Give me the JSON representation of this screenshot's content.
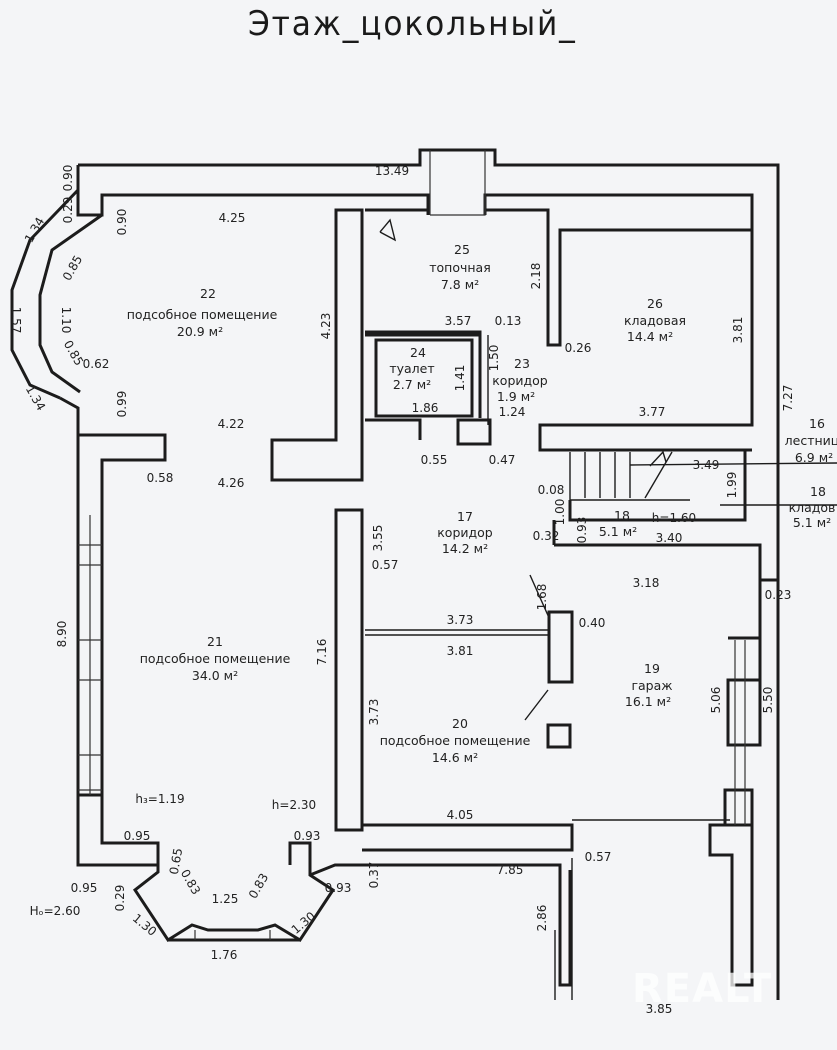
{
  "title": "Этаж_цокольный_",
  "watermark": "REALT",
  "rooms": [
    {
      "id": "room-22",
      "number": "22",
      "name": "подсобное помещение",
      "area": "20.9 м²"
    },
    {
      "id": "room-25",
      "number": "25",
      "name": "топочная",
      "area": "7.8 м²"
    },
    {
      "id": "room-26",
      "number": "26",
      "name": "кладовая",
      "area": "14.4 м²"
    },
    {
      "id": "room-24",
      "number": "24",
      "name": "туалет",
      "area": "2.7 м²"
    },
    {
      "id": "room-23",
      "number": "23",
      "name": "коридор",
      "area": "1.9 м²"
    },
    {
      "id": "room-16",
      "number": "16",
      "name": "лестниц",
      "area": "6.9 м²"
    },
    {
      "id": "room-18b",
      "number": "18",
      "name": "кладов",
      "area": "5.1 м²"
    },
    {
      "id": "room-18a",
      "number": "18",
      "name": "",
      "area": "5.1 м²"
    },
    {
      "id": "room-17",
      "number": "17",
      "name": "коридор",
      "area": "14.2 м²"
    },
    {
      "id": "room-21",
      "number": "21",
      "name": "подсобное помещение",
      "area": "34.0 м²"
    },
    {
      "id": "room-19",
      "number": "19",
      "name": "гараж",
      "area": "16.1 м²"
    },
    {
      "id": "room-20",
      "number": "20",
      "name": "подсобное помещение",
      "area": "14.6 м²"
    }
  ],
  "dimensions": {
    "d_13_49": "13.49",
    "d_0_90a": "0.90",
    "d_0_29a": "0.29",
    "d_1_34a": "1.34",
    "d_0_85a": "0.85",
    "d_1_57": "1.57",
    "d_1_10": "1.10",
    "d_0_85b": "0.85",
    "d_1_34b": "1.34",
    "d_0_62": "0.62",
    "d_0_90b": "0.90",
    "d_4_25": "4.25",
    "d_4_23": "4.23",
    "d_0_99": "0.99",
    "d_4_22": "4.22",
    "d_0_58": "0.58",
    "d_4_26": "4.26",
    "d_2_18": "2.18",
    "d_3_57": "3.57",
    "d_0_13": "0.13",
    "d_0_26": "0.26",
    "d_3_81a": "3.81",
    "d_1_50": "1.50",
    "d_1_41": "1.41",
    "d_1_86": "1.86",
    "d_1_24": "1.24",
    "d_3_77": "3.77",
    "d_7_27": "7.27",
    "d_0_55": "0.55",
    "d_0_47": "0.47",
    "d_3_49": "3.49",
    "d_0_08": "0.08",
    "d_1_00": "1.00",
    "d_0_32": "0.32",
    "d_0_93a": "0.93",
    "d_h_1_60": "h=1.60",
    "d_3_40": "3.40",
    "d_1_99": "1.99",
    "d_3_55": "3.55",
    "d_0_57a": "0.57",
    "d_1_68": "1.68",
    "d_3_18": "3.18",
    "d_0_23": "0.23",
    "d_8_90": "8.90",
    "d_7_16": "7.16",
    "d_3_73a": "3.73",
    "d_0_40": "0.40",
    "d_3_81b": "3.81",
    "d_3_73b": "3.73",
    "d_5_06": "5.06",
    "d_5_50": "5.50",
    "d_h3_1_19": "h₃=1.19",
    "d_h_2_30": "h=2.30",
    "d_4_05": "4.05",
    "d_0_95a": "0.95",
    "d_0_93b": "0.93",
    "d_0_65": "0.65",
    "d_0_83a": "0.83",
    "d_1_25": "1.25",
    "d_0_83b": "0.83",
    "d_0_57b": "0.57",
    "d_0_37": "0.37",
    "d_7_85": "7.85",
    "d_0_95b": "0.95",
    "d_0_29b": "0.29",
    "d_1_30a": "1.30",
    "d_1_30b": "1.30",
    "d_0_93c": "0.93",
    "d_1_76": "1.76",
    "d_Ho_2_60": "Hₒ=2.60",
    "d_2_86": "2.86",
    "d_3_85": "3.85"
  },
  "colors": {
    "background": "#f4f5f7",
    "ink": "#1c1c1c"
  }
}
